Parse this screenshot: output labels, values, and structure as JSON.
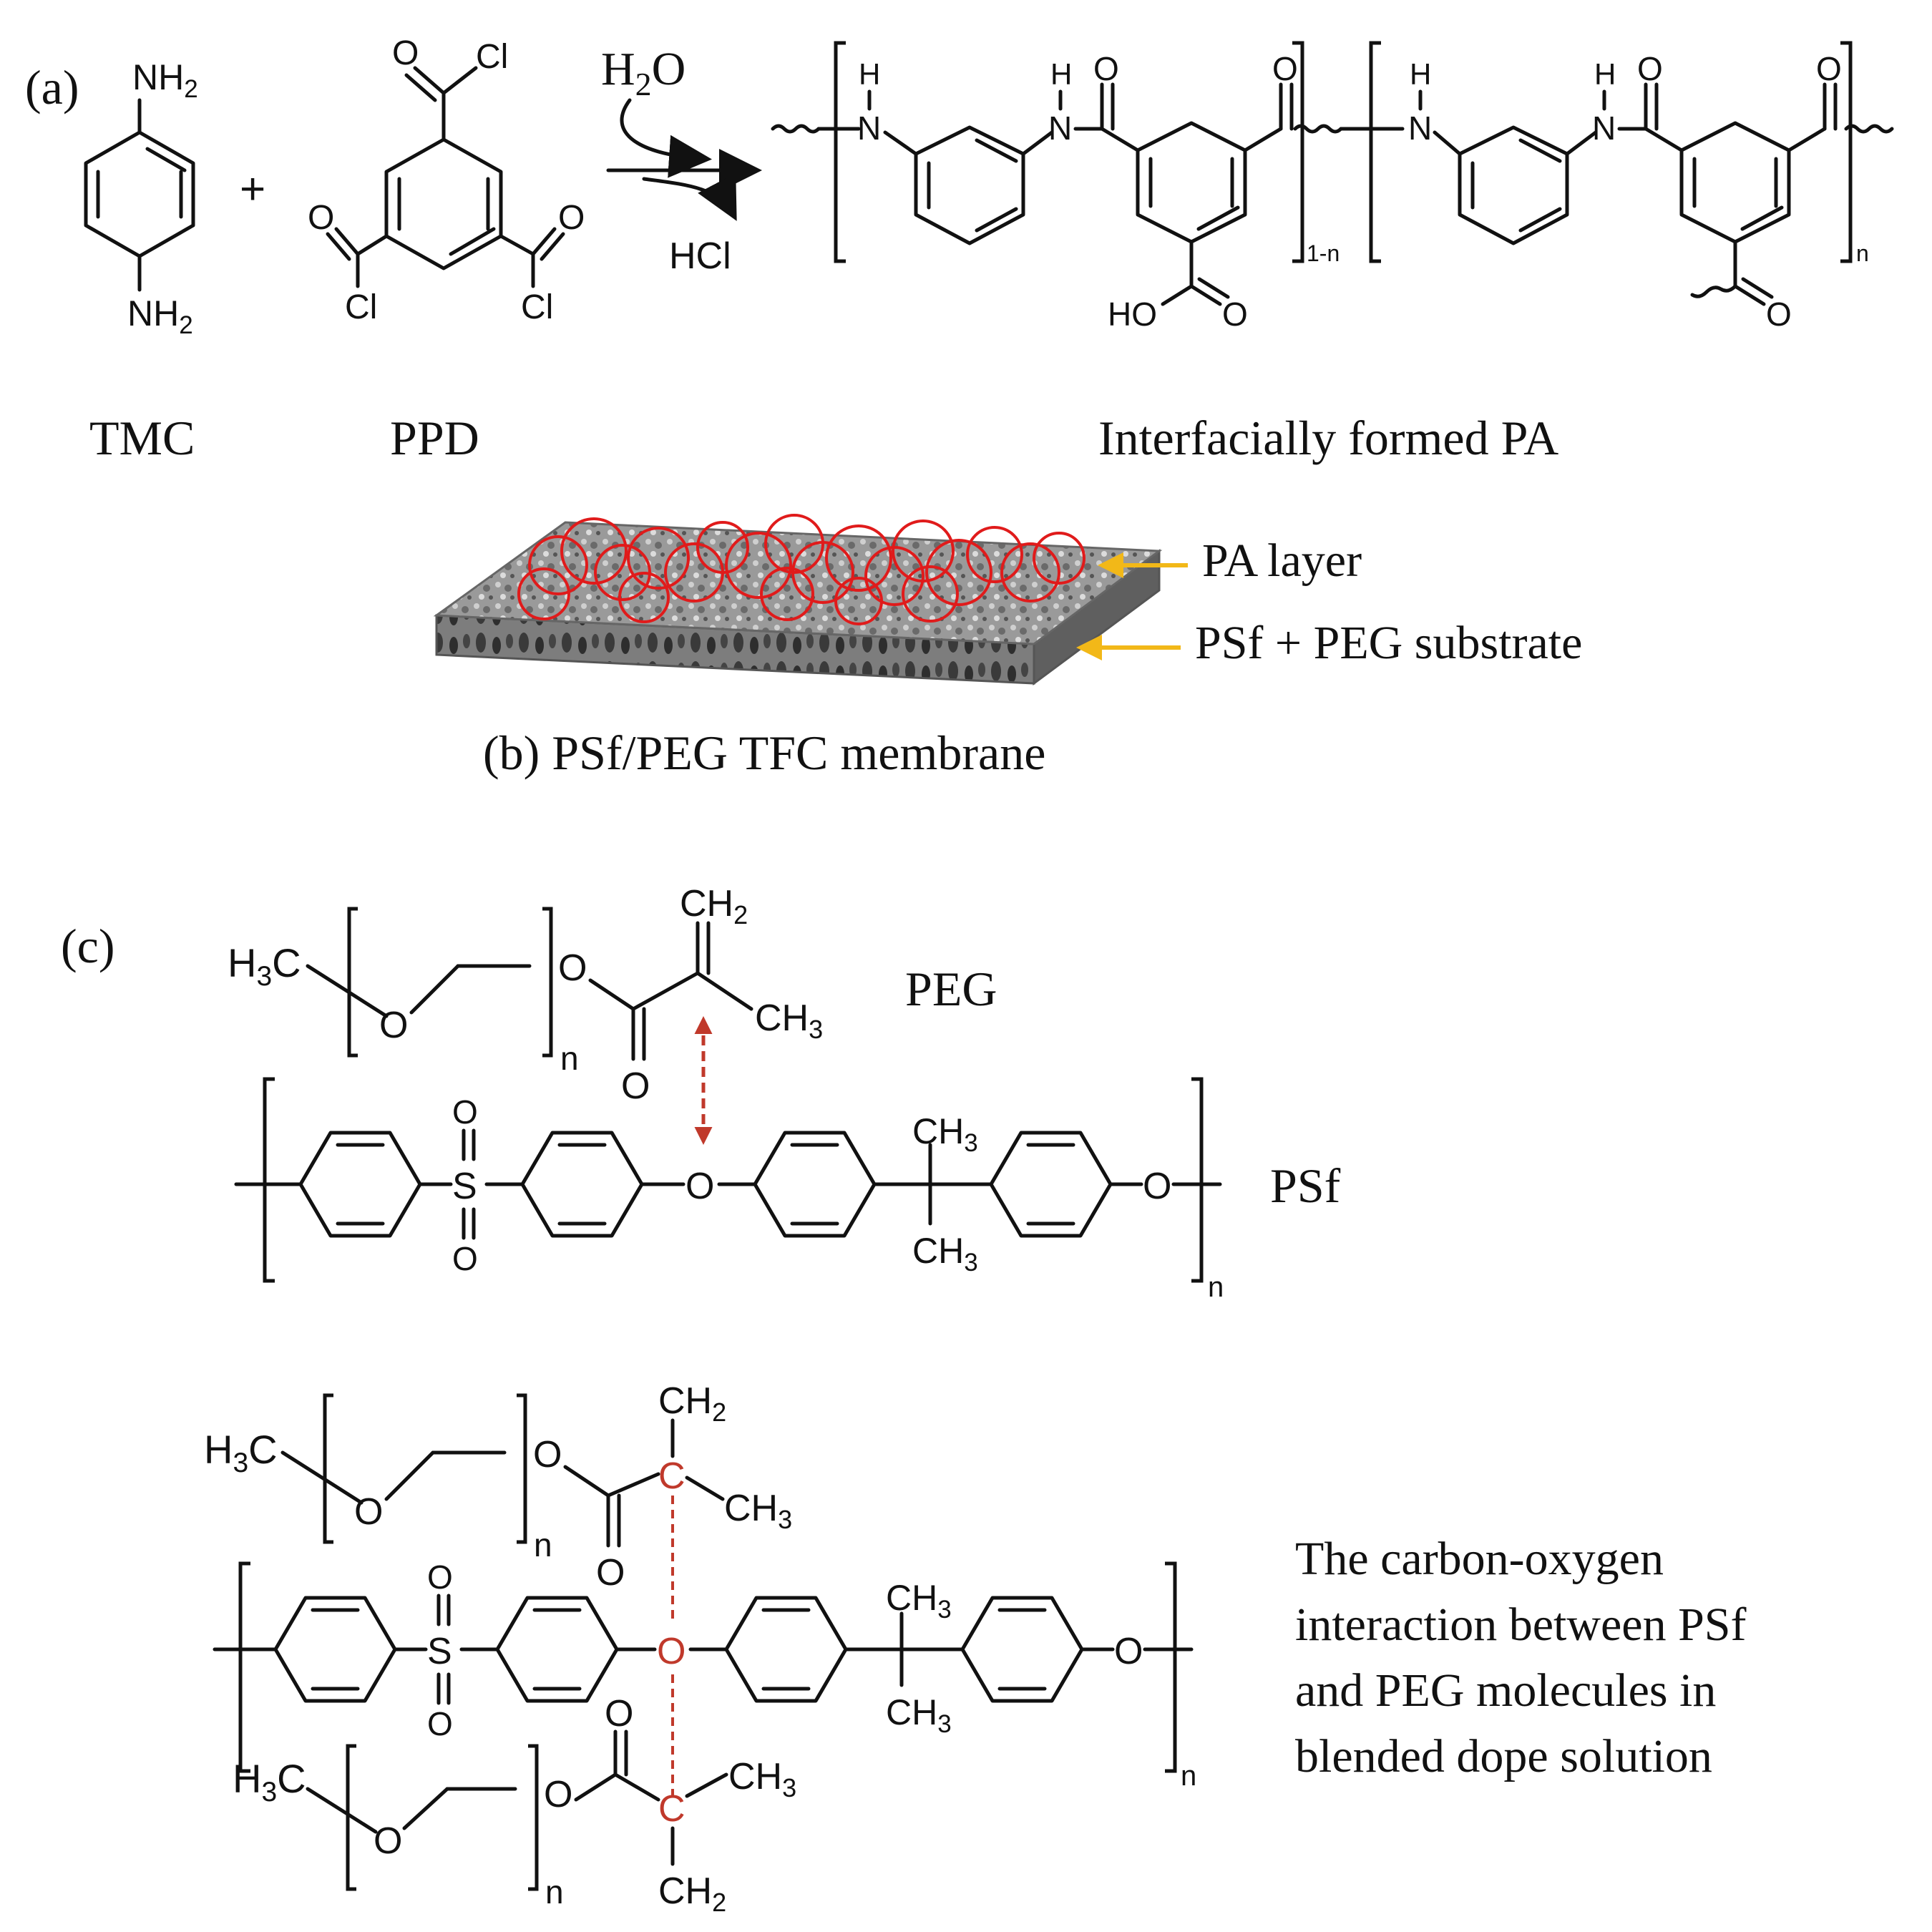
{
  "panel_a": {
    "label": "(a)",
    "reagent_1_label": "TMC",
    "reagent_2_label": "PPD",
    "product_label": "Interfacially formed PA",
    "atoms": {
      "nh2": "NH2",
      "cl": "Cl",
      "o": "O",
      "h": "H",
      "n": "N",
      "ho": "HO",
      "h2o": "H2O",
      "hcl": "HCl",
      "plus": "+",
      "sub_1n": "1-n",
      "sub_n": "n"
    }
  },
  "panel_b": {
    "caption": "(b) PSf/PEG TFC membrane",
    "pa_layer_label": "PA layer",
    "substrate_label": "PSf + PEG substrate",
    "colors": {
      "arrow": "#f2b818",
      "pa_outline": "#e01b1b",
      "membrane": "#8a8a8a"
    }
  },
  "panel_c": {
    "label": "(c)",
    "peg_label": "PEG",
    "psf_label": "PSf",
    "description_lines": [
      "The carbon-oxygen",
      "interaction between PSf",
      "and PEG molecules in",
      "blended dope solution"
    ],
    "atoms": {
      "h3c": "H3C",
      "ch2": "CH2",
      "ch3": "CH3",
      "o": "O",
      "s": "S",
      "c": "C",
      "n": "n"
    },
    "colors": {
      "interaction": "#c0392b"
    }
  }
}
